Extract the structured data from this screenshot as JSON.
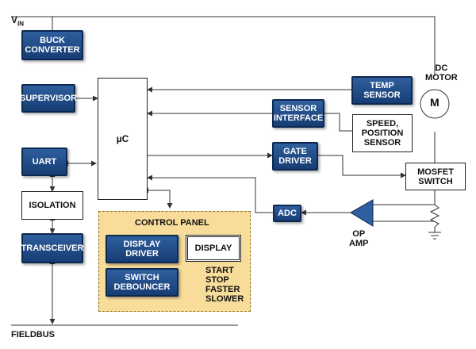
{
  "labels": {
    "vin_main": "V",
    "vin_sub": "IN",
    "dc_motor": "DC\nMOTOR",
    "motor_symbol": "M",
    "op_amp": "OP\nAMP",
    "fieldbus": "FIELDBUS",
    "control_panel": "CONTROL PANEL",
    "switch_actions": "START\nSTOP\nFASTER\nSLOWER"
  },
  "blocks": {
    "buck_converter": "BUCK\nCONVERTER",
    "supervisor": "SUPERVISOR",
    "uart": "UART",
    "isolation": "ISOLATION",
    "transceiver": "TRANSCEIVER",
    "microcontroller": "µC",
    "temp_sensor": "TEMP\nSENSOR",
    "sensor_interface": "SENSOR\nINTERFACE",
    "speed_position_sensor": "SPEED,\nPOSITION\nSENSOR",
    "gate_driver": "GATE\nDRIVER",
    "mosfet_switch": "MOSFET\nSWITCH",
    "adc": "ADC",
    "display_driver": "DISPLAY\nDRIVER",
    "display": "DISPLAY",
    "switch_debouncer": "SWITCH\nDEBOUNCER"
  },
  "colors": {
    "block_fill": "#1f4f8f",
    "panel_fill": "#f7dc9a",
    "line": "#333333"
  }
}
